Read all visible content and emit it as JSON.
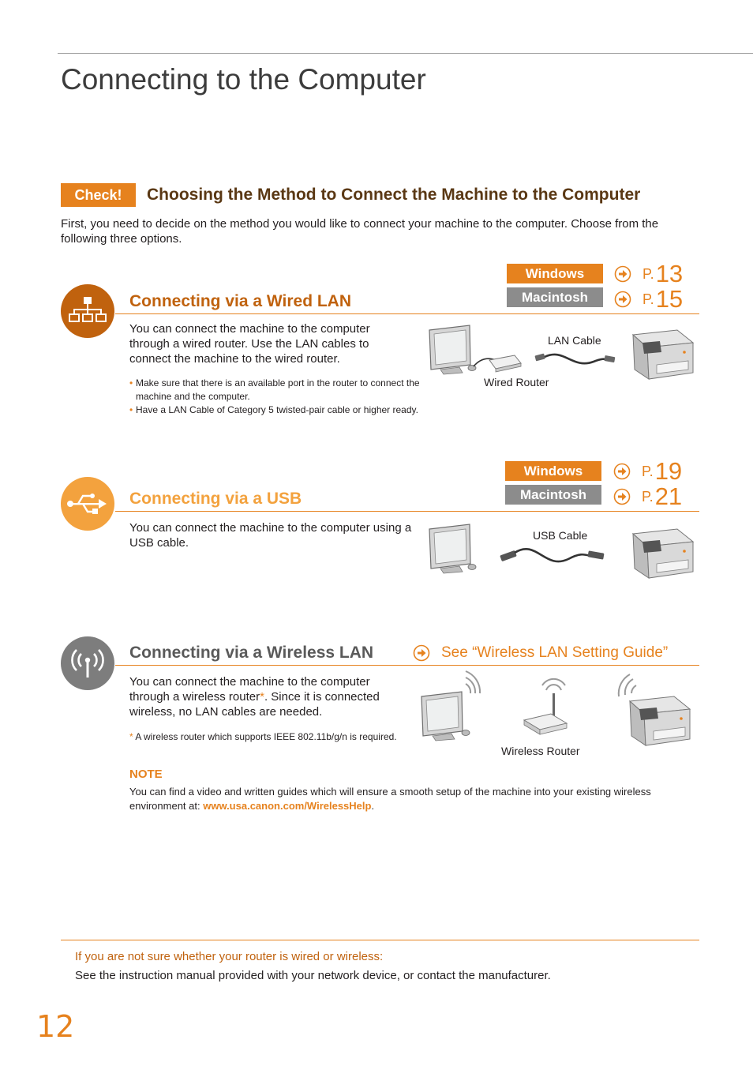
{
  "page": {
    "title": "Connecting to the Computer",
    "number": "12"
  },
  "check": {
    "badge": "Check!",
    "heading": "Choosing the Method to Connect the Machine to the Computer",
    "intro": "First, you need to decide on the method you would like to connect your machine to the computer. Choose from the following three options."
  },
  "colors": {
    "accent": "#e6821e",
    "gray_button": "#8c8c8c",
    "wired_icon": "#c0620e",
    "usb_icon": "#f3a23e",
    "wireless_icon": "#7d7d7d",
    "heading_brown": "#5a3814"
  },
  "wired": {
    "icon": "network-icon",
    "title": "Connecting via a Wired LAN",
    "windows_label": "Windows",
    "mac_label": "Macintosh",
    "page_prefix": "P.",
    "windows_page": "13",
    "mac_page": "15",
    "description": "You can connect the machine to the computer through a wired router. Use the LAN cables to connect the machine to the wired router.",
    "bullets": [
      "Make sure that there is an available port in the router to connect the machine and the computer.",
      "Have a LAN Cable of Category 5 twisted-pair cable or higher ready."
    ],
    "cable_label": "LAN Cable",
    "router_label": "Wired Router"
  },
  "usb": {
    "icon": "usb-icon",
    "title": "Connecting via a USB",
    "windows_label": "Windows",
    "mac_label": "Macintosh",
    "page_prefix": "P.",
    "windows_page": "19",
    "mac_page": "21",
    "description": "You can connect the machine to the computer using a USB cable.",
    "cable_label": "USB Cable"
  },
  "wireless": {
    "icon": "wireless-icon",
    "title": "Connecting via a Wireless LAN",
    "guide_link": "See “Wireless LAN Setting Guide”",
    "desc_before": "You can connect the machine to the computer through a wireless router",
    "asterisk": "*",
    "desc_after": ". Since it is connected wireless, no LAN cables are needed.",
    "footnote": "A wireless router which supports IEEE 802.11b/g/n is required.",
    "router_label": "Wireless Router"
  },
  "note": {
    "label": "NOTE",
    "text": "You can find a video and written guides which will ensure a smooth setup of the machine into your existing wireless environment at: ",
    "url": "www.usa.canon.com/WirelessHelp",
    "end": "."
  },
  "tip": {
    "question": "If you are not sure whether your router is wired or wireless:",
    "answer": "See the instruction manual provided with your network device, or contact the manufacturer."
  }
}
